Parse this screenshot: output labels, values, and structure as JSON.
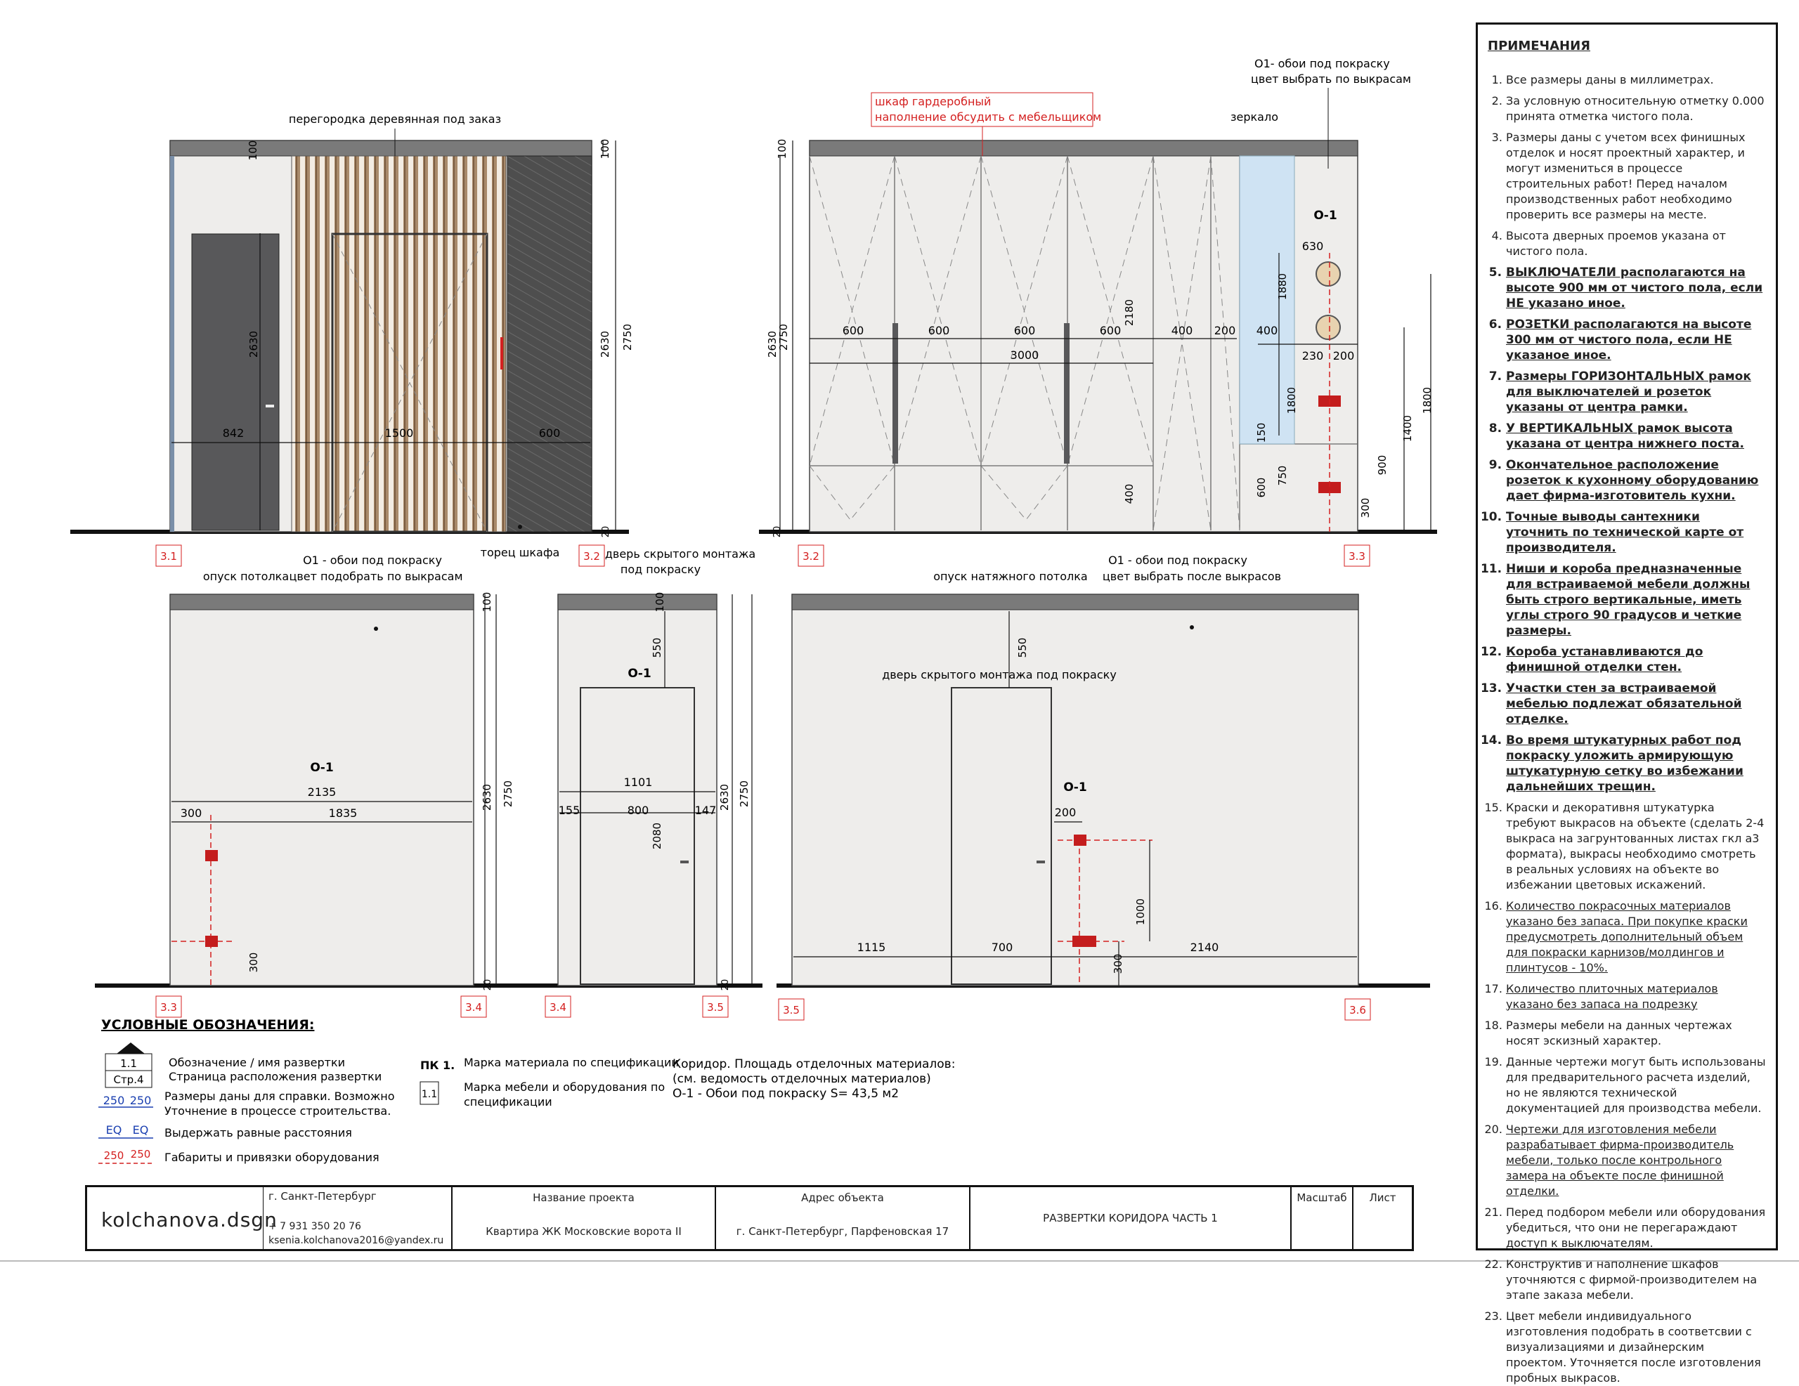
{
  "notes": {
    "title": "ПРИМЕЧАНИЯ",
    "items": [
      {
        "text": "Все размеры даны в миллиметрах.",
        "style": "n"
      },
      {
        "text": "За условную относительную отметку 0.000 принята отметка чистого пола.",
        "style": "n"
      },
      {
        "text": "Размеры даны с учетом всех финишных отделок и носят проектный характер, и могут измениться в процессе строительных работ! Перед началом производственных работ необходимо проверить все размеры на месте.",
        "style": "n"
      },
      {
        "text": "Высота дверных проемов указана от чистого пола.",
        "style": "n"
      },
      {
        "text": "ВЫКЛЮЧАТЕЛИ располагаются на высоте 900 мм от чистого пола, если НЕ указано иное.",
        "style": "b"
      },
      {
        "text": "РОЗЕТКИ располагаются на высоте 300 мм от чистого пола, если НЕ указаное иное.",
        "style": "b"
      },
      {
        "text": "Размеры ГОРИЗОНТАЛЬНЫХ рамок для выключателей и розеток указаны от центра рамки.",
        "style": "b"
      },
      {
        "text": "У ВЕРТИКАЛЬНЫХ рамок высота указана от центра нижнего поста.",
        "style": "b"
      },
      {
        "text": "Окончательное расположение розеток к кухонному оборудованию дает фирма-изготовитель кухни.",
        "style": "b"
      },
      {
        "text": "Точные выводы сантехники уточнить по технической карте от производителя.",
        "style": "b"
      },
      {
        "text": "Ниши и короба предназначенные для встраиваемой мебели должны быть строго вертикальные, иметь углы строго 90 градусов и четкие размеры.",
        "style": "b"
      },
      {
        "text": "Короба устанавливаются до финишной отделки стен.",
        "style": "b"
      },
      {
        "text": "Участки стен за встраиваемой мебелью подлежат обязательной отделке.",
        "style": "b"
      },
      {
        "text": "Во время штукатурных работ под покраску уложить армирующую штукатурную сетку во избежании дальнейших трещин.",
        "style": "b"
      },
      {
        "text": "Краски и декоративня штукатурка требуют выкрасов на объекте (сделать 2-4 выкраса на загрунтованных листах гкл а3 формата), выкрасы необходимо смотреть в реальных условиях на объекте во избежании цветовых искажений.",
        "style": "n"
      },
      {
        "text": "Количество покрасочных материалов указано без запаса. При покупке краски предусмотреть дополнительный объем для покраски карнизов/молдингов и плинтусов - 10%.",
        "style": "u"
      },
      {
        "text": "Количество плиточных материалов указано без запаса на подрезку",
        "style": "u"
      },
      {
        "text": "Размеры мебели на данных чертежах носят эскизный характер.",
        "style": "n"
      },
      {
        "text": "Данные чертежи могут быть использованы для предварительного расчета изделий, но не являются технической документацией для производства мебели.",
        "style": "n"
      },
      {
        "text": "Чертежи для изготовления мебели разрабатывает фирма-производитель мебели, только после контрольного замера на объекте после финишной отделки.",
        "style": "u"
      },
      {
        "text": "Перед подбором мебели или оборудования убедиться, что они не перегараждают доступ к выключателям.",
        "style": "n"
      },
      {
        "text": "Конструктив и наполнение шкафов уточняются с фирмой-производителем на этапе заказа мебели.",
        "style": "n"
      },
      {
        "text": "Цвет мебели индивидуального изготовления подобрать в соответсвии с визуализациями и дизайнерским проектом. Уточняется после изготовления пробных выкрасов.",
        "style": "n"
      }
    ]
  },
  "drawing1": {
    "label_partition": "перегородка деревянная под заказ",
    "label_end": "торец шкафа",
    "dims": {
      "top": "100",
      "h2630a": "2630",
      "h2630b": "2630",
      "h2750": "2750",
      "w842": "842",
      "w1500": "1500",
      "w600": "600",
      "bot": "20"
    },
    "mark_left": "3.1",
    "mark_right": "3.2"
  },
  "drawing2": {
    "label_wardrobe_1": "шкаф гардеробный",
    "label_wardrobe_2": "наполнение обсудить с мебельщиком",
    "label_wall_1": "О1- обои под покраску",
    "label_wall_2": "цвет выбрать по выкрасам",
    "label_mirror": "зеркало",
    "label_o1": "О-1",
    "dims": {
      "top": "100",
      "h2750": "2750",
      "h2630": "2630",
      "h2180": "2180",
      "w600a": "600",
      "w600b": "600",
      "w600c": "600",
      "w600d": "600",
      "w400a": "400",
      "w200": "200",
      "w400b": "400",
      "w3000": "3000",
      "h400": "400",
      "h600": "600",
      "h750": "750",
      "h150": "150",
      "h1880": "1880",
      "h1800": "1800",
      "w630": "630",
      "w230": "230",
      "w200b": "200",
      "h900": "900",
      "h300": "300",
      "h1400": "1400",
      "h1800b": "1800",
      "bot": "20"
    },
    "mark_left": "3.2",
    "mark_right": "3.3"
  },
  "drawing3": {
    "label_ceiling": "опуск потолка",
    "label_wall_1": "О1 - обои под покраску",
    "label_wall_2": "цвет подобрать по выкрасам",
    "label_o1": "О-1",
    "dims": {
      "top": "100",
      "h2630": "2630",
      "h2750": "2750",
      "w2135": "2135",
      "w300": "300",
      "w1835": "1835",
      "h300": "300",
      "bot": "20"
    },
    "mark_left": "3.3",
    "mark_right": "3.4"
  },
  "drawing4": {
    "label_door_1": "дверь скрытого монтажа",
    "label_door_2": "под покраску",
    "label_o1": "О-1",
    "dims": {
      "top": "100",
      "h550": "550",
      "h2630": "2630",
      "h2750": "2750",
      "w1101": "1101",
      "w155": "155",
      "w800": "800",
      "w147": "147",
      "h2080": "2080",
      "bot": "20"
    },
    "mark_left": "3.4",
    "mark_right": "3.5"
  },
  "drawing5": {
    "label_ceiling": "опуск натяжного потолка",
    "label_wall_1": "О1 - обои под покраску",
    "label_wall_2": "цвет выбрать после выкрасов",
    "label_door": "дверь скрытого монтажа под покраску",
    "label_o1": "О-1",
    "dims": {
      "h550": "550",
      "w200": "200",
      "h1000": "1000",
      "w1115": "1115",
      "w700": "700",
      "w2140": "2140",
      "h300": "300"
    },
    "mark_left": "3.5",
    "mark_right": "3.6"
  },
  "legend": {
    "title": "УСЛОВНЫЕ ОБОЗНАЧЕНИЯ:",
    "sym1_top": "1.1",
    "sym1_bottom": "Стр.4",
    "sym1_text_1": "Обозначение / имя развертки",
    "sym1_text_2": "Страница расположения развертки",
    "dim_blue_a": "250",
    "dim_blue_b": "250",
    "dim_blue_text_1": "Размеры даны для справки. Возможно",
    "dim_blue_text_2": "Уточнение в процессе строительства.",
    "eq_a": "EQ",
    "eq_b": "EQ",
    "eq_text": "Выдержать равные расстояния",
    "dim_red_a": "250",
    "dim_red_b": "250",
    "dim_red_text": "Габариты и привязки оборудования",
    "pk_label": "ПК 1.",
    "pk_text": "Марка материала по спецификации",
    "box_label": "1.1",
    "box_text_1": "Марка мебели и оборудования по",
    "box_text_2": "спецификации",
    "area_1": "Коридор. Площадь отделочных материалов:",
    "area_2": "(см. ведомость отделочных материалов)",
    "area_3": "О-1 - Обои под покраску  S= 43,5 м2"
  },
  "titleblock": {
    "logo": "kolchanova.dsgn",
    "city": "г. Санкт-Петербург",
    "phone": "+ 7 931 350 20 76",
    "email": "ksenia.kolchanova2016@yandex.ru",
    "project_h": "Название проекта",
    "project_v": "Квартира ЖК Московские ворота II",
    "address_h": "Адрес объекта",
    "address_v": "г. Санкт-Петербург, Парфеновская 17",
    "sheet_title": "РАЗВЕРТКИ КОРИДОРА ЧАСТЬ 1",
    "scale_h": "Масштаб",
    "sheet_h": "Лист"
  },
  "colors": {
    "wall": "#eeedeb",
    "slab": "#7a7a7a",
    "door_dark": "#58585a",
    "red": "#d42020",
    "blue_mirror": "#cfe3f3",
    "blue_dim": "#1a3fb0"
  }
}
